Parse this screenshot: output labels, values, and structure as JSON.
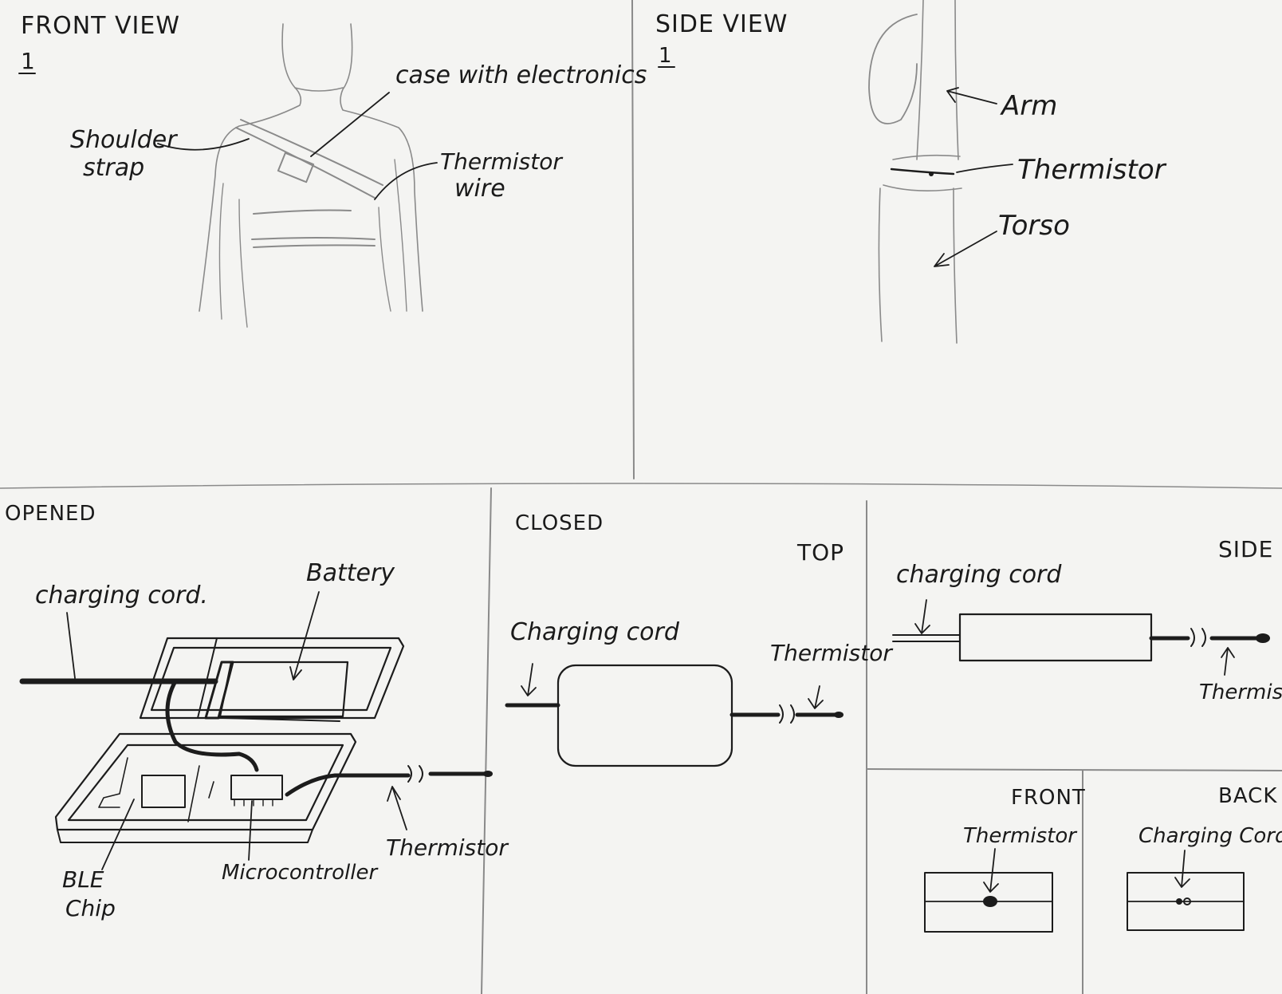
{
  "panels": {
    "front_view": {
      "title": "FRONT VIEW",
      "number": "1",
      "labels": {
        "shoulder_strap_1": "Shoulder",
        "shoulder_strap_2": "strap",
        "case": "case with electronics",
        "thermistor_wire_1": "Thermistor",
        "thermistor_wire_2": "wire"
      }
    },
    "side_view": {
      "title": "SIDE VIEW",
      "number": "1",
      "labels": {
        "arm": "Arm",
        "thermistor": "Thermistor",
        "torso": "Torso"
      }
    },
    "opened": {
      "title": "OPENED",
      "labels": {
        "charging_cord": "charging cord.",
        "battery": "Battery",
        "ble_1": "BLE",
        "ble_2": "Chip",
        "microcontroller": "Microcontroller",
        "thermistor": "Thermistor"
      }
    },
    "closed": {
      "title": "CLOSED",
      "top": {
        "title": "TOP",
        "charging_cord": "Charging cord",
        "thermistor": "Thermistor"
      },
      "side": {
        "title": "SIDE",
        "charging_cord": "charging cord",
        "thermistor": "Thermistor"
      },
      "front": {
        "title": "FRONT",
        "thermistor": "Thermistor"
      },
      "back": {
        "title": "BACK",
        "charging_cord": "Charging Cord"
      }
    }
  }
}
